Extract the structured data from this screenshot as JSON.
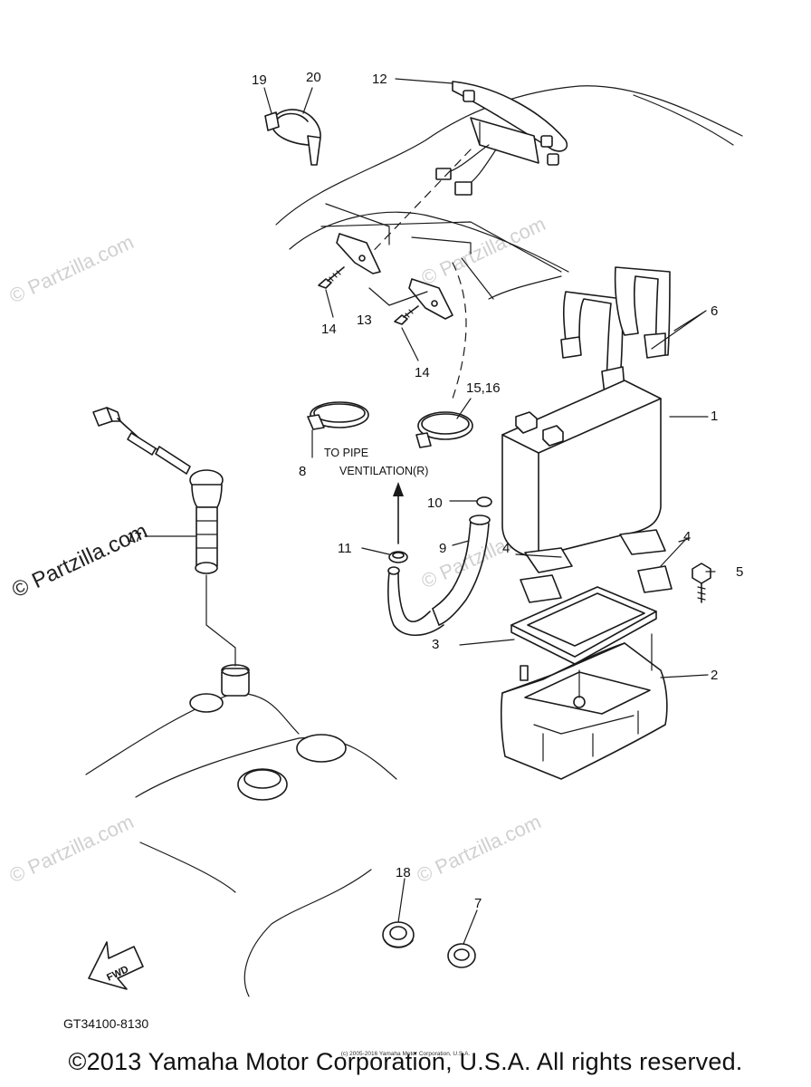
{
  "watermarks": {
    "light": "© Partzilla.com",
    "dark": "© Partzilla.com"
  },
  "callouts": {
    "c1": "1",
    "c2": "2",
    "c3": "3",
    "c4a": "4",
    "c4b": "4",
    "c5": "5",
    "c6": "6",
    "c7": "7",
    "c8": "8",
    "c9": "9",
    "c10": "10",
    "c11": "11",
    "c12": "12",
    "c13": "13",
    "c14a": "14",
    "c14b": "14",
    "c1516": "15,16",
    "c17": "17",
    "c18": "18",
    "c19": "19",
    "c20": "20"
  },
  "notes": {
    "to_pipe_line1": "TO PIPE",
    "to_pipe_line2": "VENTILATION(R)",
    "fwd": "FWD",
    "diagram_code": "GT34100-8130"
  },
  "footer": {
    "small_copyright": "(c) 2005-2016 Yamaha Motor Corporation, U.S.A.",
    "copyright": "©2013 Yamaha Motor Corporation, U.S.A. All rights reserved."
  }
}
